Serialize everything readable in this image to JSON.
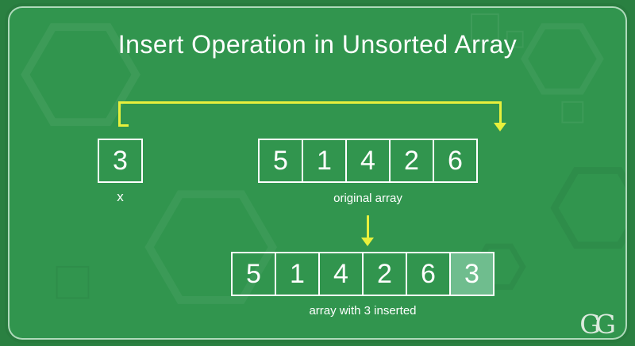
{
  "title": "Insert Operation in Unsorted Array",
  "x_box": {
    "value": "3",
    "label": "x"
  },
  "original_array": {
    "values": [
      "5",
      "1",
      "4",
      "2",
      "6"
    ],
    "label": "original array"
  },
  "result_array": {
    "values": [
      "5",
      "1",
      "4",
      "2",
      "6",
      "3"
    ],
    "label": "array with 3 inserted",
    "highlight_index": 5
  },
  "logo": {
    "text": "GG"
  },
  "colors": {
    "outer_background": "#2a8041",
    "panel_background": "#31954e",
    "accent_yellow": "#e8f03c",
    "cell_border": "#ffffff",
    "text": "#ffffff",
    "highlight_cell": "#6fbd8e",
    "logo": "#dceade"
  }
}
